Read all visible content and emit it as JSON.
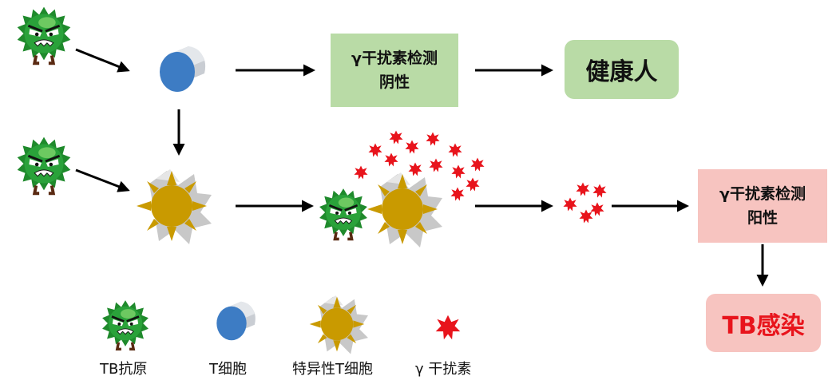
{
  "boxes": {
    "negative_line1": "γ干扰素检测",
    "negative_line2": "阴性",
    "healthy": "健康人",
    "positive_line1": "γ干扰素检测",
    "positive_line2": "阳性",
    "tb_infection": "TB感染"
  },
  "legend": {
    "antigen": "TB抗原",
    "t_cell": "T细胞",
    "specific_t_cell": "特异性T细胞",
    "interferon": "γ 干扰素"
  },
  "icons": {
    "antigen": "green-virus-icon",
    "t_cell": "blue-cylinder-cell-icon",
    "specific_t_cell": "spiky-gold-cell-icon",
    "interferon": "red-burst-icon",
    "arrow": "black-arrow"
  },
  "colors": {
    "negative_box": "#b9dba6",
    "healthy_box": "#b9dba6",
    "positive_box": "#f7c4c0",
    "tb_box": "#f7c4c0",
    "tb_text": "#e8141c",
    "interferon": "#e8141c",
    "t_cell_blue": "#3d7cc4",
    "antigen_green": "#1f8a2c",
    "specific_gold": "#c99a00"
  }
}
